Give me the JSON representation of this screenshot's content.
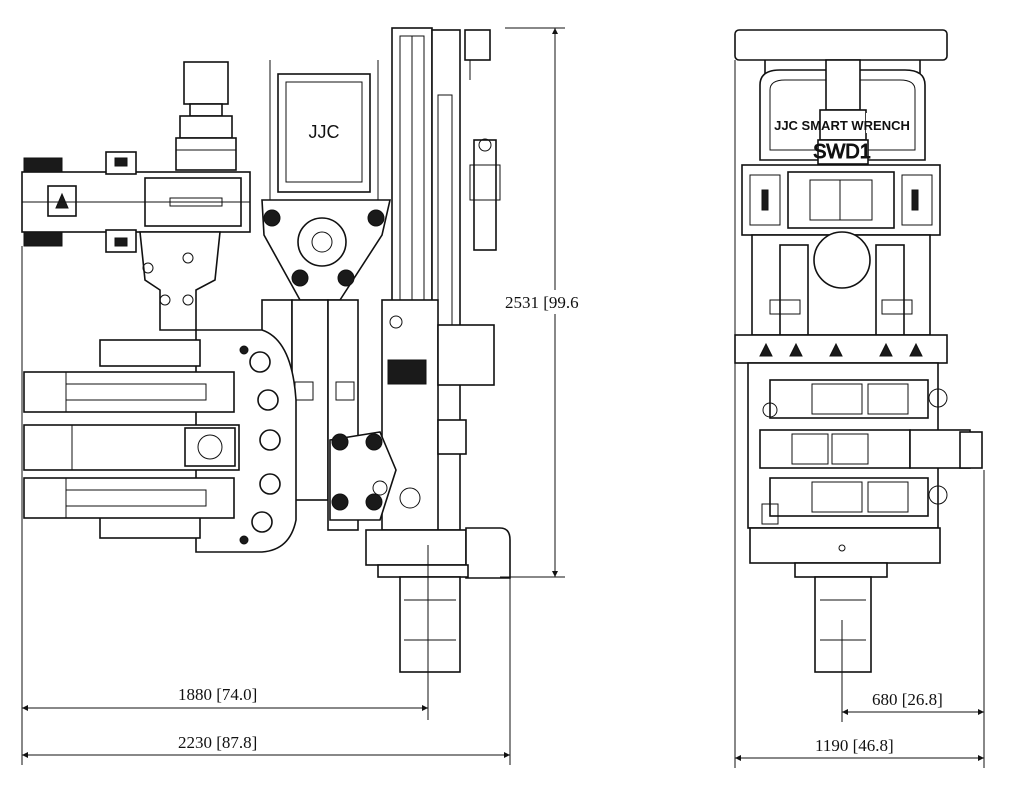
{
  "left_view": {
    "brand_plate": "JJC",
    "dimensions": {
      "height": "2531 [99.6",
      "center_width": "1880 [74.0]",
      "overall_width": "2230 [87.8]"
    }
  },
  "right_view": {
    "brand_text": "JJC SMART WRENCH",
    "model_text": "SWD1",
    "dimensions": {
      "center_width": "680 [26.8]",
      "overall_width": "1190 [46.8]"
    }
  }
}
